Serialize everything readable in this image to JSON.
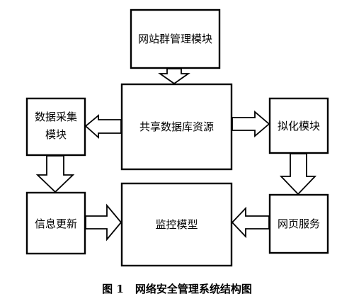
{
  "nodes": {
    "website_group_management": "网站群管理模块",
    "shared_database": "共享数据库资源",
    "data_collection_line1": "数据采集",
    "data_collection_line2": "模块",
    "simulation_module": "拟化模块",
    "info_update": "信息更新",
    "monitoring_model": "监控模型",
    "web_service": "网页服务"
  },
  "caption": {
    "figure_number": "图 1",
    "title": "网络安全管理系统结构图"
  }
}
